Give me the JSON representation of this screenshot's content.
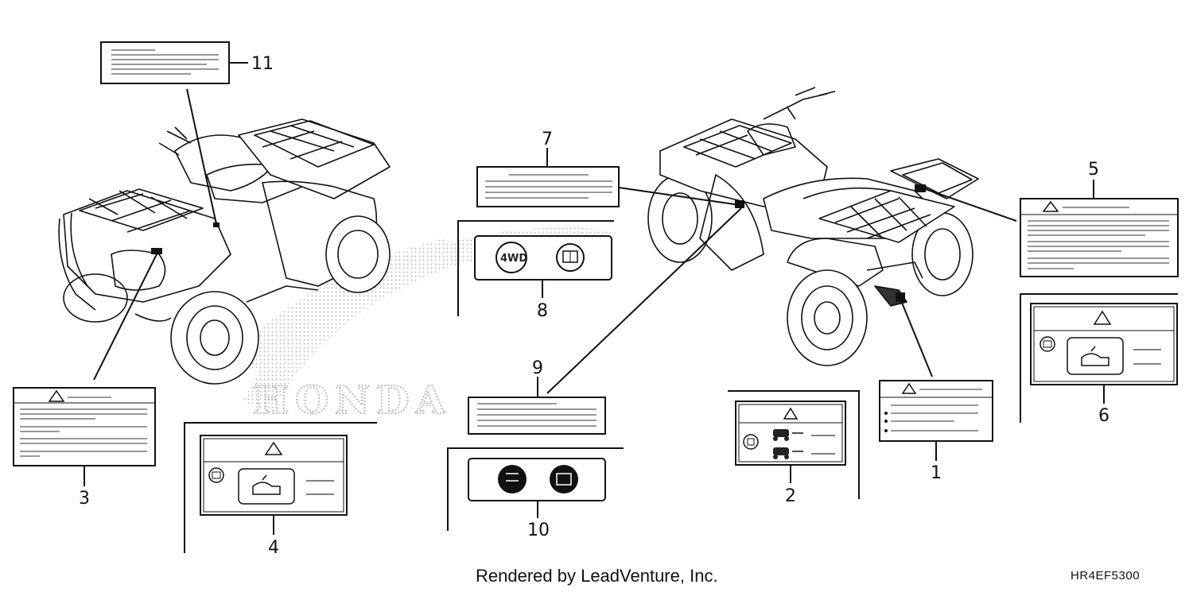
{
  "callouts": {
    "c1": "1",
    "c2": "2",
    "c3": "3",
    "c4": "4",
    "c5": "5",
    "c6": "6",
    "c7": "7",
    "c8": "8",
    "c9": "9",
    "c10": "10",
    "c11": "11"
  },
  "label_8": {
    "icon_1": "4WD"
  },
  "watermark": "HONDA",
  "footer": {
    "credit": "Rendered by LeadVenture, Inc.",
    "code": "HR4EF5300"
  }
}
